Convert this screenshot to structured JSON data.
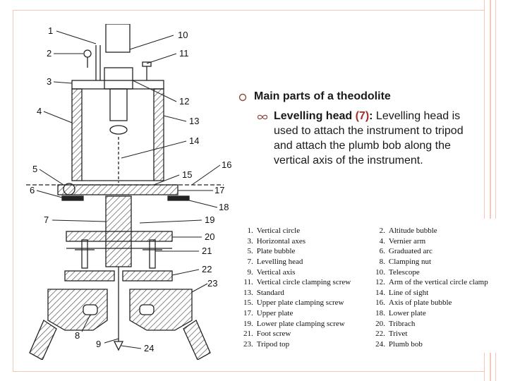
{
  "slide": {
    "heading": "Main parts of a theodolite",
    "sub_term": "Levelling head",
    "sub_ref": "(7)",
    "sub_colon": ":",
    "sub_text": " Levelling head is used to attach the instrument to tripod and attach the plumb bob along the vertical axis of the instrument."
  },
  "diagram": {
    "callouts": [
      "1",
      "2",
      "3",
      "4",
      "5",
      "6",
      "7",
      "8",
      "9",
      "10",
      "11",
      "12",
      "13",
      "14",
      "15",
      "16",
      "17",
      "18",
      "19",
      "20",
      "21",
      "22",
      "23",
      "24"
    ]
  },
  "legend": {
    "rows": [
      {
        "n1": "1.",
        "l1": "Vertical circle",
        "n2": "2.",
        "l2": "Altitude bubble"
      },
      {
        "n1": "3.",
        "l1": "Horizontal axes",
        "n2": "4.",
        "l2": "Vernier arm"
      },
      {
        "n1": "5.",
        "l1": "Plate bubble",
        "n2": "6.",
        "l2": "Graduated arc"
      },
      {
        "n1": "7.",
        "l1": "Levelling head",
        "n2": "8.",
        "l2": "Clamping nut"
      },
      {
        "n1": "9.",
        "l1": "Vertical axis",
        "n2": "10.",
        "l2": "Telescope"
      },
      {
        "n1": "11.",
        "l1": "Vertical circle clamping screw",
        "n2": "12.",
        "l2": "Arm of the vertical circle clamp"
      },
      {
        "n1": "13.",
        "l1": "Standard",
        "n2": "14.",
        "l2": "Line of sight"
      },
      {
        "n1": "15.",
        "l1": "Upper plate clamping screw",
        "n2": "16.",
        "l2": "Axis of plate bubble"
      },
      {
        "n1": "17.",
        "l1": "Upper plate",
        "n2": "18.",
        "l2": "Lower plate"
      },
      {
        "n1": "19.",
        "l1": "Lower plate clamping screw",
        "n2": "20.",
        "l2": "Tribrach"
      },
      {
        "n1": "21.",
        "l1": "Foot screw",
        "n2": "22.",
        "l2": "Trivet"
      },
      {
        "n1": "23.",
        "l1": "Tripod top",
        "n2": "24.",
        "l2": "Plumb bob"
      }
    ]
  },
  "colors": {
    "frame": "#f2c9b8",
    "ref_red": "#a0302a",
    "hatch": "#555555"
  }
}
